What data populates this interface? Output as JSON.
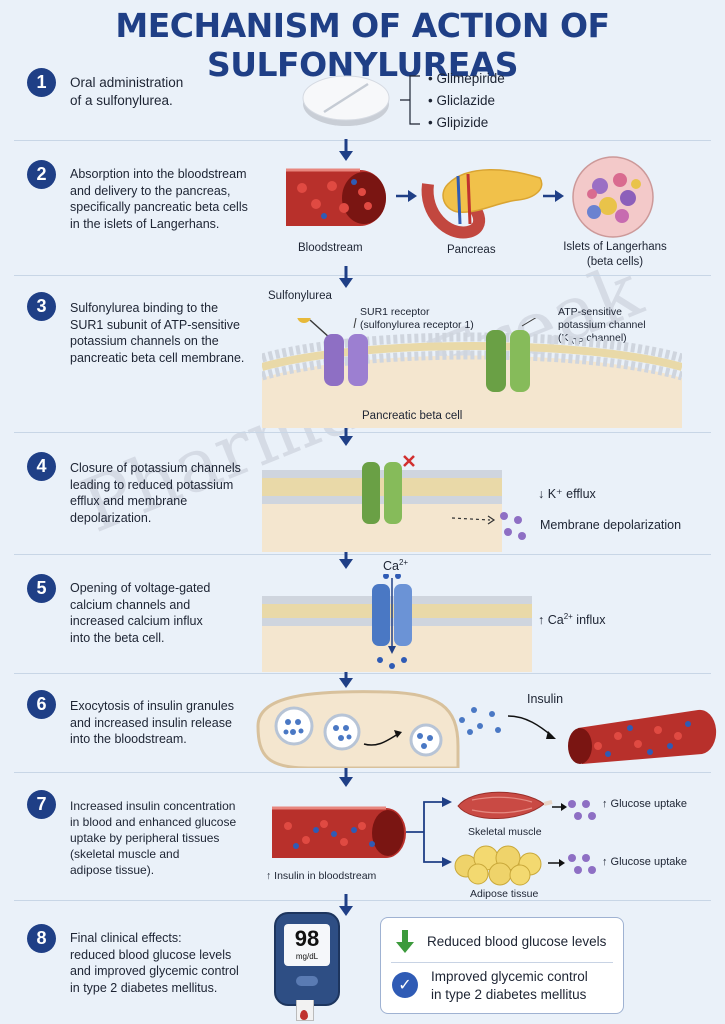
{
  "title": "MECHANISM OF ACTION OF SULFONYLUREAS",
  "watermark": "PharmacyFreak",
  "steps": [
    {
      "number": "1",
      "text": [
        "Oral administration",
        "of a sulfonylurea."
      ]
    },
    {
      "number": "2",
      "text": [
        "Absorption into the bloodstream",
        "and delivery to the pancreas,",
        "specifically pancreatic beta cells",
        "in the islets of Langerhans."
      ]
    },
    {
      "number": "3",
      "text": [
        "Sulfonylurea binding to the",
        "SUR1 subunit of ATP-sensitive",
        "potassium channels on the",
        "pancreatic beta cell membrane."
      ]
    },
    {
      "number": "4",
      "text": [
        "Closure of potassium channels",
        "leading to reduced potassium",
        "efflux and membrane",
        "depolarization."
      ]
    },
    {
      "number": "5",
      "text": [
        "Opening of voltage-gated",
        "calcium channels and",
        "increased calcium influx",
        "into the beta cell."
      ]
    },
    {
      "number": "6",
      "text": [
        "Exocytosis of insulin granules",
        "and increased insulin release",
        "into the bloodstream."
      ]
    },
    {
      "number": "7",
      "text": [
        "Increased insulin concentration",
        "in blood and enhanced glucose",
        "uptake by peripheral tissues",
        "(skeletal muscle and",
        "adipose tissue)."
      ]
    },
    {
      "number": "8",
      "text": [
        "Final clinical effects:",
        "reduced blood glucose levels",
        "and improved glycemic control",
        "in type 2 diabetes mellitus."
      ]
    }
  ],
  "drugs": [
    "Glimepiride",
    "Gliclazide",
    "Glipizide"
  ],
  "step2_labels": {
    "bloodstream": "Bloodstream",
    "pancreas": "Pancreas",
    "islets": [
      "Islets of Langerhans",
      "(beta cells)"
    ]
  },
  "step3_labels": {
    "sulfonylurea": "Sulfonylurea",
    "sur1": [
      "SUR1 receptor",
      "(sulfonylurea receptor 1)"
    ],
    "katp": [
      "ATP-sensitive",
      "potassium channel",
      "(K",
      "ATP",
      " channel)"
    ],
    "cell": "Pancreatic beta cell"
  },
  "step4_labels": {
    "k_efflux": "↓ K⁺ efflux",
    "depol": "Membrane depolarization"
  },
  "step5_labels": {
    "ca": "Ca",
    "ca_sup": "2+",
    "influx": "↑ Ca",
    "influx_sup": "2+",
    "influx_end": " influx"
  },
  "step6_labels": {
    "insulin": "Insulin"
  },
  "step7_labels": {
    "insulin_blood": "↑ Insulin in bloodstream",
    "muscle": "Skeletal muscle",
    "adipose": "Adipose tissue",
    "uptake1": "↑ Glucose uptake",
    "uptake2": "↑ Glucose uptake"
  },
  "meter": {
    "value": "98",
    "unit": "mg/dL"
  },
  "effects": {
    "reduced": "Reduced blood glucose levels",
    "improved": [
      "Improved glycemic control",
      "in type 2 diabetes mellitus"
    ]
  },
  "colors": {
    "navy": "#1f3f86",
    "blood": "#c0332f",
    "green_channel": "#7fb052",
    "purple_channel": "#8e6fc4",
    "blue_channel": "#4a78c4",
    "green_arrow": "#3c9a3c"
  }
}
